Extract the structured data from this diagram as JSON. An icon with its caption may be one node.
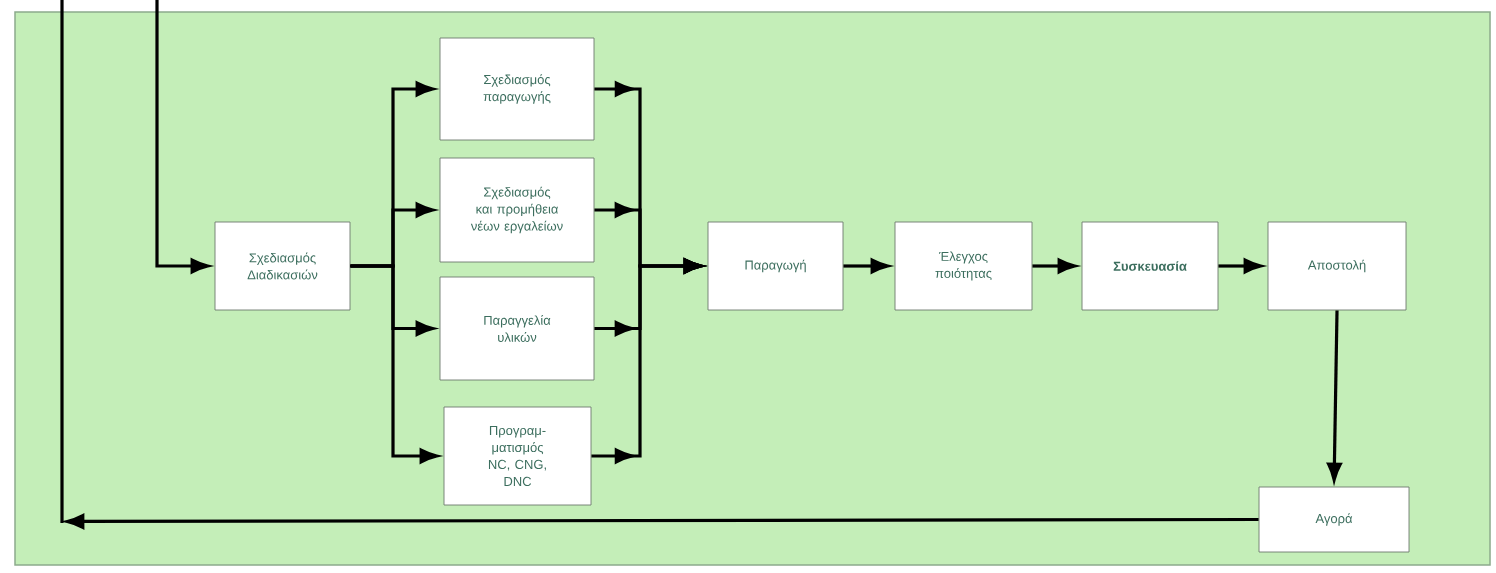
{
  "diagram": {
    "nodes": [
      {
        "text": [
          "Σχεδιασμός Διαδικασιών"
        ]
      },
      {
        "text": [
          "Σχεδιασμός παραγωγής"
        ]
      },
      {
        "text": [
          "Σχεδιασμός και προμήθεια νέων εργαλείων"
        ]
      },
      {
        "text": [
          "Παραγγελία υλικών"
        ]
      },
      {
        "text": [
          "Προγραμ- ματισμός NC, CNG, DNC"
        ]
      },
      {
        "text": [
          "Παραγωγή"
        ]
      },
      {
        "text": [
          "Έλεγχος ποιότητας"
        ]
      },
      {
        "text": [
          "Συσκευασία"
        ]
      },
      {
        "text": [
          "Αποστολή"
        ]
      },
      {
        "text": [
          "Αγορά"
        ]
      }
    ],
    "edges": [
      {
        "from": null,
        "to": 0,
        "arrow": "to"
      },
      {
        "from": 0,
        "to": 1,
        "arrow": "to"
      },
      {
        "from": 0,
        "to": 2,
        "arrow": "to"
      },
      {
        "from": 0,
        "to": 3,
        "arrow": "to"
      },
      {
        "from": 0,
        "to": 4,
        "arrow": "to"
      },
      {
        "from": 1,
        "to": 5,
        "arrow": "to"
      },
      {
        "from": 2,
        "to": 5,
        "arrow": "to"
      },
      {
        "from": 3,
        "to": 5,
        "arrow": "to"
      },
      {
        "from": 4,
        "to": 5,
        "arrow": "to"
      },
      {
        "from": 5,
        "to": 6,
        "arrow": "to"
      },
      {
        "from": 6,
        "to": 7,
        "arrow": "to"
      },
      {
        "from": 7,
        "to": 8,
        "arrow": "to"
      },
      {
        "from": 8,
        "to": 9,
        "arrow": "to"
      },
      {
        "from": 9,
        "to": null,
        "arrow": "to"
      }
    ]
  }
}
